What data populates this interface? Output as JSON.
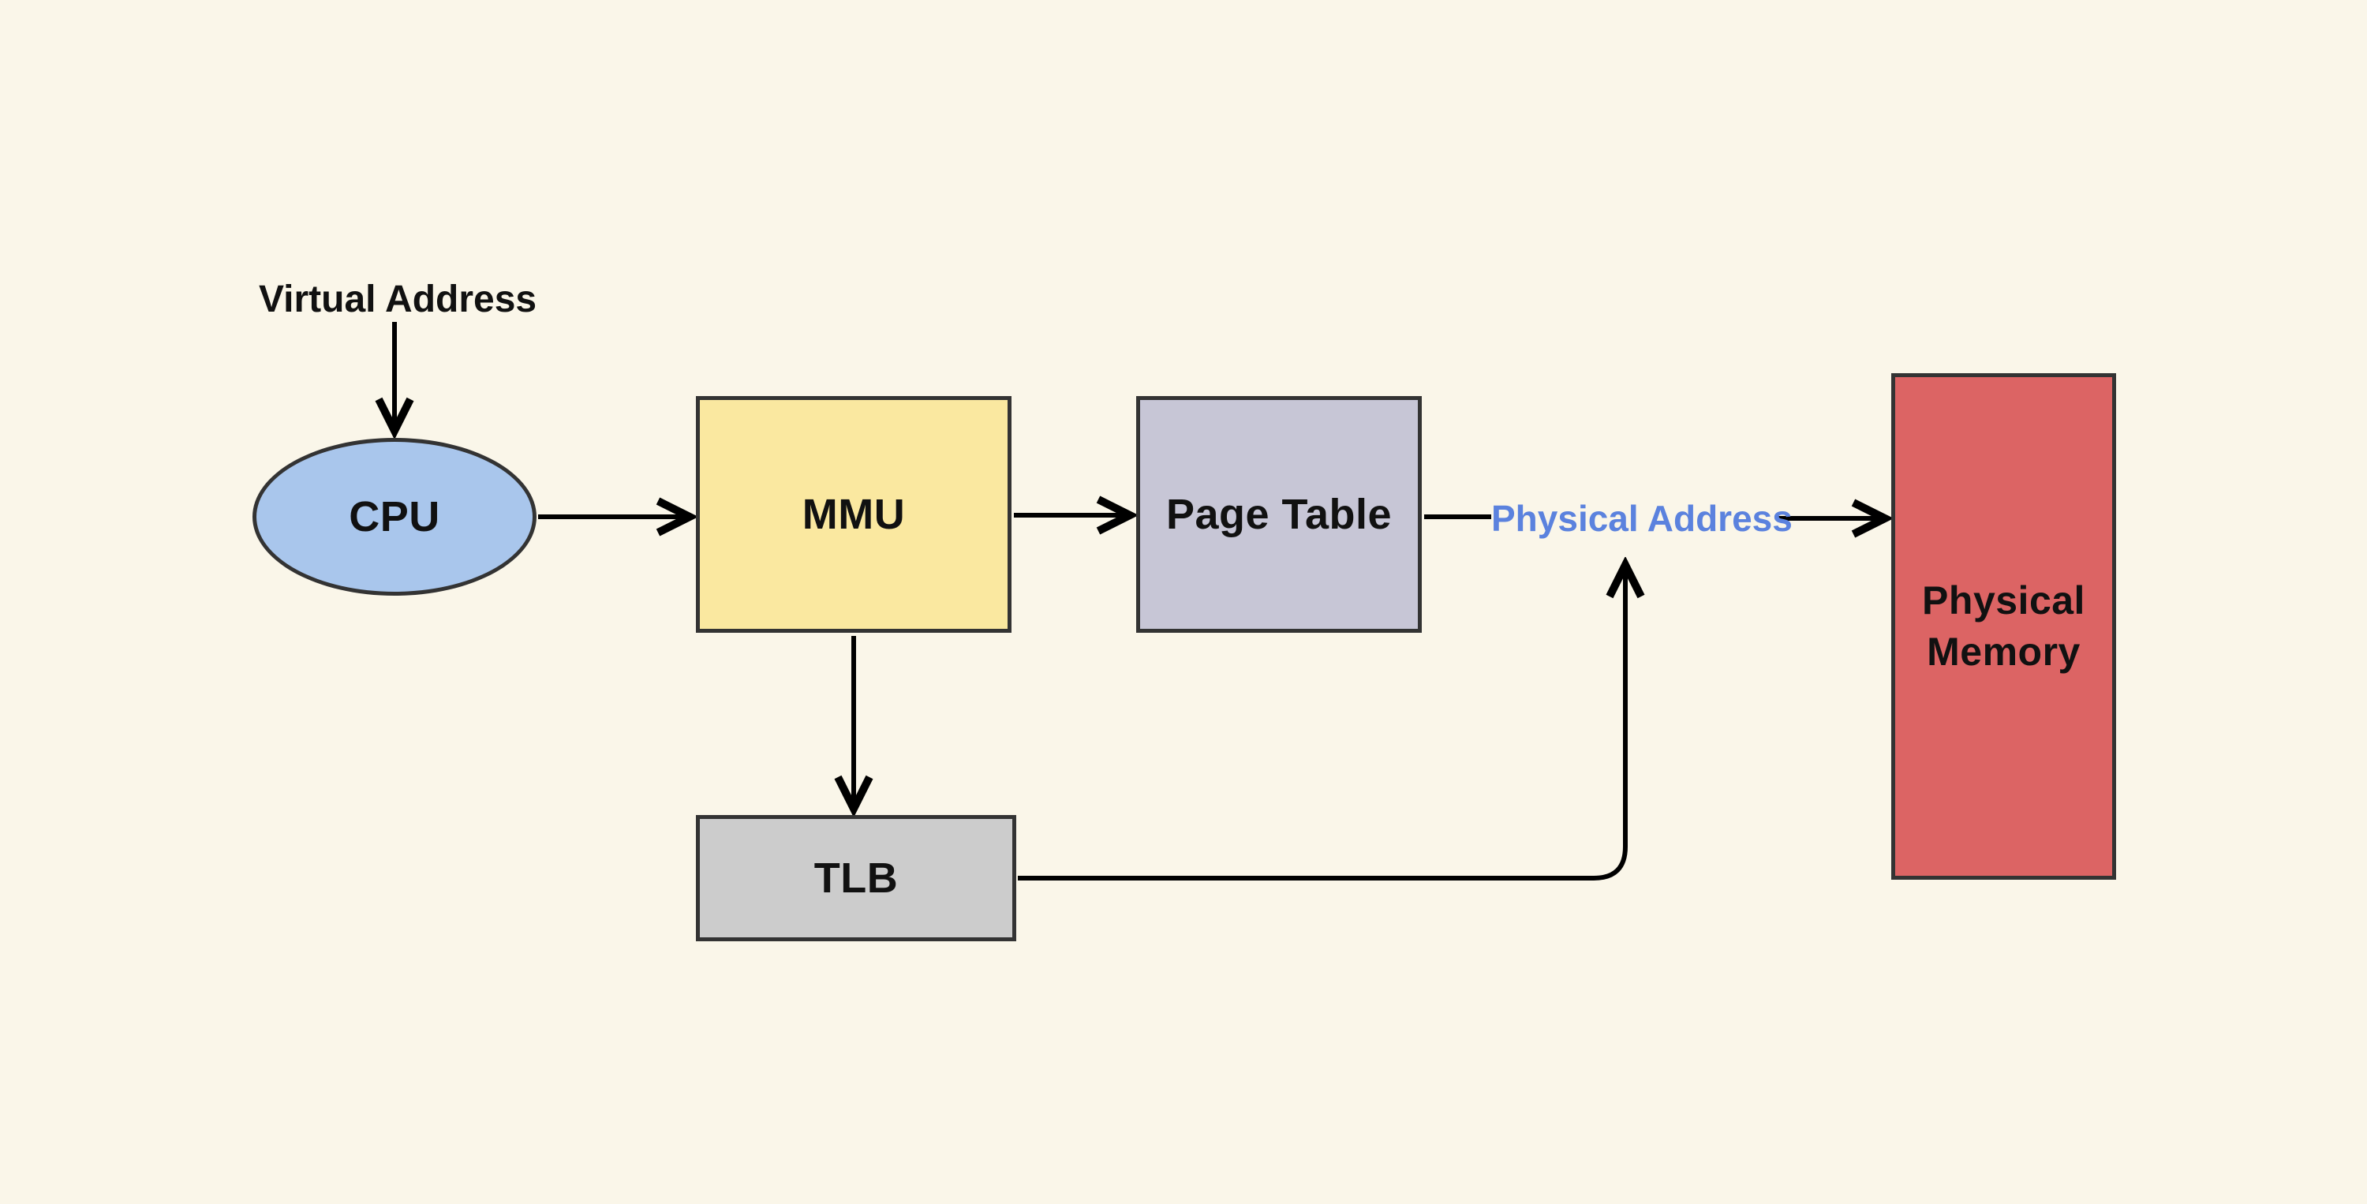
{
  "diagram": {
    "description": "Virtual to physical address translation flow",
    "nodes": {
      "cpu": {
        "label": "CPU",
        "shape": "ellipse",
        "fill": "#A9C6EC"
      },
      "mmu": {
        "label": "MMU",
        "shape": "rectangle",
        "fill": "#FAE8A0"
      },
      "page_table": {
        "label": "Page Table",
        "shape": "rectangle",
        "fill": "#C7C6D6"
      },
      "tlb": {
        "label": "TLB",
        "shape": "rectangle",
        "fill": "#CCCCCC"
      },
      "physical_memory": {
        "label": "Physical Memory",
        "shape": "rectangle",
        "fill": "#DC6464"
      }
    },
    "labels": {
      "virtual_address": {
        "text": "Virtual Address",
        "color": "#111111"
      },
      "physical_address": {
        "text": "Physical Address",
        "color": "#5B82DE"
      }
    },
    "edges": [
      {
        "from": "virtual_address_label",
        "to": "cpu",
        "arrowhead": true,
        "route": "down"
      },
      {
        "from": "cpu",
        "to": "mmu",
        "arrowhead": true,
        "route": "right"
      },
      {
        "from": "mmu",
        "to": "page_table",
        "arrowhead": true,
        "route": "right"
      },
      {
        "from": "page_table",
        "to": "physical_address_label",
        "arrowhead": false,
        "route": "right"
      },
      {
        "from": "physical_address_label",
        "to": "physical_memory",
        "arrowhead": true,
        "route": "right"
      },
      {
        "from": "mmu",
        "to": "tlb",
        "arrowhead": true,
        "route": "down"
      },
      {
        "from": "tlb",
        "to": "physical_address_label",
        "arrowhead": true,
        "route": "right-then-up"
      }
    ],
    "colors": {
      "background": "#FAF6E9",
      "node_stroke": "#333333",
      "connector": "#000000"
    }
  }
}
